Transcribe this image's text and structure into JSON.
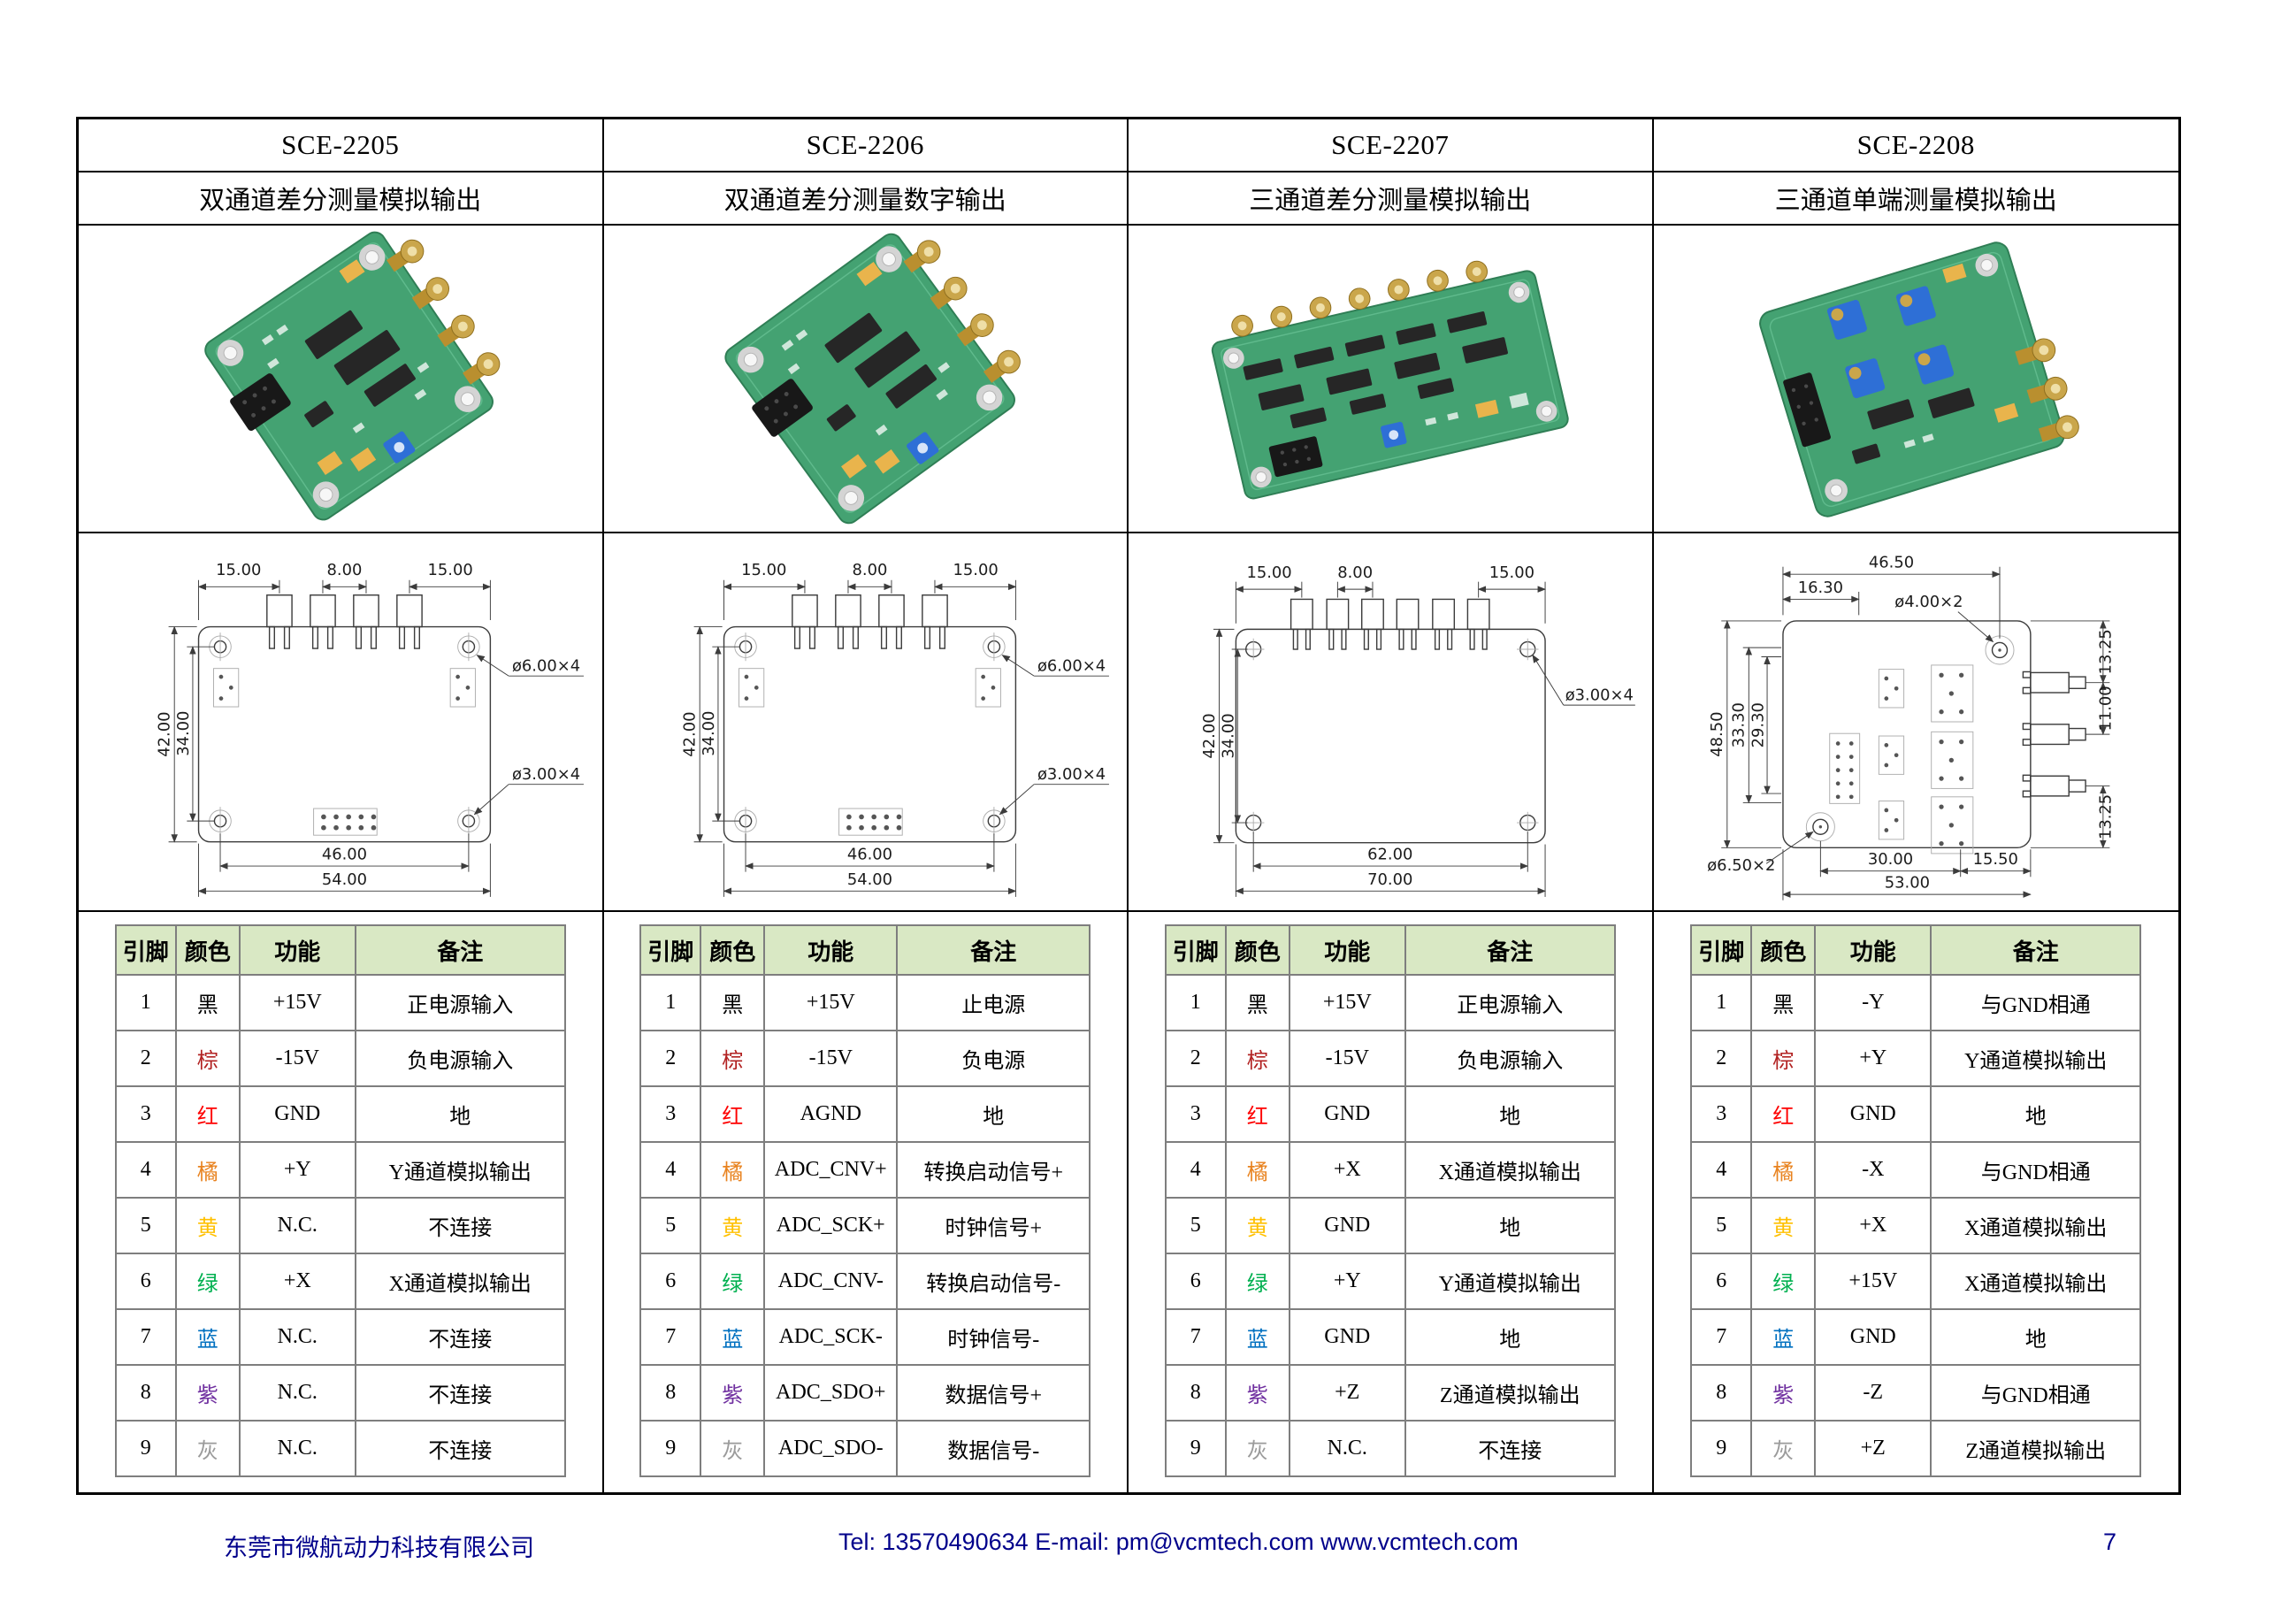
{
  "pin_table": {
    "headers": [
      "引脚",
      "颜色",
      "功能",
      "备注"
    ]
  },
  "color_map": {
    "黑": "#000000",
    "棕": "#b22222",
    "红": "#fe0000",
    "橘": "#e8821e",
    "黄": "#ffc000",
    "绿": "#00b050",
    "蓝": "#0070c0",
    "紫": "#7030a0",
    "灰": "#9b9b9b"
  },
  "products": [
    {
      "model": "SCE-2205",
      "subtitle": "双通道差分测量模拟输出",
      "drawing": {
        "top": [
          "15.00",
          "8.00",
          "15.00"
        ],
        "left": [
          "42.00",
          "34.00"
        ],
        "bottom": [
          "46.00",
          "54.00"
        ],
        "callouts": [
          "ø6.00×4",
          "ø3.00×4"
        ]
      },
      "pins": [
        {
          "pin": "1",
          "color": "黑",
          "fn": "+15V",
          "note": "正电源输入"
        },
        {
          "pin": "2",
          "color": "棕",
          "fn": "-15V",
          "note": "负电源输入"
        },
        {
          "pin": "3",
          "color": "红",
          "fn": "GND",
          "note": "地"
        },
        {
          "pin": "4",
          "color": "橘",
          "fn": "+Y",
          "note": "Y通道模拟输出"
        },
        {
          "pin": "5",
          "color": "黄",
          "fn": "N.C.",
          "note": "不连接"
        },
        {
          "pin": "6",
          "color": "绿",
          "fn": "+X",
          "note": "X通道模拟输出"
        },
        {
          "pin": "7",
          "color": "蓝",
          "fn": "N.C.",
          "note": "不连接"
        },
        {
          "pin": "8",
          "color": "紫",
          "fn": "N.C.",
          "note": "不连接"
        },
        {
          "pin": "9",
          "color": "灰",
          "fn": "N.C.",
          "note": "不连接"
        }
      ]
    },
    {
      "model": "SCE-2206",
      "subtitle": "双通道差分测量数字输出",
      "drawing": {
        "top": [
          "15.00",
          "8.00",
          "15.00"
        ],
        "left": [
          "42.00",
          "34.00"
        ],
        "bottom": [
          "46.00",
          "54.00"
        ],
        "callouts": [
          "ø6.00×4",
          "ø3.00×4"
        ]
      },
      "pins": [
        {
          "pin": "1",
          "color": "黑",
          "fn": "+15V",
          "note": "止电源"
        },
        {
          "pin": "2",
          "color": "棕",
          "fn": "-15V",
          "note": "负电源"
        },
        {
          "pin": "3",
          "color": "红",
          "fn": "AGND",
          "note": "地"
        },
        {
          "pin": "4",
          "color": "橘",
          "fn": "ADC_CNV+",
          "note": "转换启动信号+"
        },
        {
          "pin": "5",
          "color": "黄",
          "fn": "ADC_SCK+",
          "note": "时钟信号+"
        },
        {
          "pin": "6",
          "color": "绿",
          "fn": "ADC_CNV-",
          "note": "转换启动信号-"
        },
        {
          "pin": "7",
          "color": "蓝",
          "fn": "ADC_SCK-",
          "note": "时钟信号-"
        },
        {
          "pin": "8",
          "color": "紫",
          "fn": "ADC_SDO+",
          "note": "数据信号+"
        },
        {
          "pin": "9",
          "color": "灰",
          "fn": "ADC_SDO-",
          "note": "数据信号-"
        }
      ]
    },
    {
      "model": "SCE-2207",
      "subtitle": "三通道差分测量模拟输出",
      "drawing": {
        "top": [
          "15.00",
          "8.00",
          "15.00"
        ],
        "left": [
          "42.00",
          "34.00"
        ],
        "bottom": [
          "62.00",
          "70.00"
        ],
        "callouts": [
          "ø3.00×4"
        ]
      },
      "pins": [
        {
          "pin": "1",
          "color": "黑",
          "fn": "+15V",
          "note": "正电源输入"
        },
        {
          "pin": "2",
          "color": "棕",
          "fn": "-15V",
          "note": "负电源输入"
        },
        {
          "pin": "3",
          "color": "红",
          "fn": "GND",
          "note": "地"
        },
        {
          "pin": "4",
          "color": "橘",
          "fn": "+X",
          "note": "X通道模拟输出"
        },
        {
          "pin": "5",
          "color": "黄",
          "fn": "GND",
          "note": "地"
        },
        {
          "pin": "6",
          "color": "绿",
          "fn": "+Y",
          "note": "Y通道模拟输出"
        },
        {
          "pin": "7",
          "color": "蓝",
          "fn": "GND",
          "note": "地"
        },
        {
          "pin": "8",
          "color": "紫",
          "fn": "+Z",
          "note": "Z通道模拟输出"
        },
        {
          "pin": "9",
          "color": "灰",
          "fn": "N.C.",
          "note": "不连接"
        }
      ]
    },
    {
      "model": "SCE-2208",
      "subtitle": "三通道单端测量模拟输出",
      "drawing": {
        "top": [
          "46.50",
          "16.30"
        ],
        "left": [
          "48.50",
          "33.30",
          "29.30"
        ],
        "right": [
          "13.25",
          "11.00",
          "13.25"
        ],
        "bottom": [
          "30.00",
          "15.50",
          "53.00"
        ],
        "callouts": [
          "ø4.00×2",
          "ø6.50×2"
        ]
      },
      "pins": [
        {
          "pin": "1",
          "color": "黑",
          "fn": "-Y",
          "note": "与GND相通"
        },
        {
          "pin": "2",
          "color": "棕",
          "fn": "+Y",
          "note": "Y通道模拟输出"
        },
        {
          "pin": "3",
          "color": "红",
          "fn": "GND",
          "note": "地"
        },
        {
          "pin": "4",
          "color": "橘",
          "fn": "-X",
          "note": "与GND相通"
        },
        {
          "pin": "5",
          "color": "黄",
          "fn": "+X",
          "note": "X通道模拟输出"
        },
        {
          "pin": "6",
          "color": "绿",
          "fn": "+15V",
          "note": "X通道模拟输出"
        },
        {
          "pin": "7",
          "color": "蓝",
          "fn": "GND",
          "note": "地"
        },
        {
          "pin": "8",
          "color": "紫",
          "fn": "-Z",
          "note": "与GND相通"
        },
        {
          "pin": "9",
          "color": "灰",
          "fn": "+Z",
          "note": "Z通道模拟输出"
        }
      ]
    }
  ],
  "footer": {
    "company": "东莞市微航动力科技有限公司",
    "contact": "Tel: 13570490634 E-mail: pm@vcmtech.com www.vcmtech.com",
    "page_number": "7"
  }
}
